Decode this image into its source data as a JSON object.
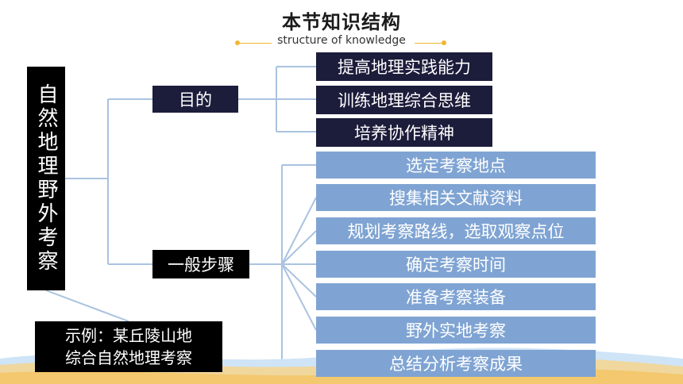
{
  "header": {
    "title": "本节知识结构",
    "subtitle": "structure of knowledge"
  },
  "colors": {
    "accent": "#f2b632",
    "connector": "#a9c3e0",
    "step_fill": "#7fa4d3",
    "purpose_fill": "#1c1c3b"
  },
  "diagram": {
    "root": "自然地理野外考察",
    "branches": {
      "purpose": {
        "label": "目的",
        "items": [
          "提高地理实践能力",
          "训练地理综合思维",
          "培养协作精神"
        ]
      },
      "steps": {
        "label": "一般步骤",
        "items": [
          "选定考察地点",
          "搜集相关文献资料",
          "规划考察路线，选取观察点位",
          "确定考察时间",
          "准备考察装备",
          "野外实地考察",
          "总结分析考察成果"
        ]
      }
    },
    "example": {
      "line1": "示例：某丘陵山地",
      "line2": "综合自然地理考察"
    }
  }
}
